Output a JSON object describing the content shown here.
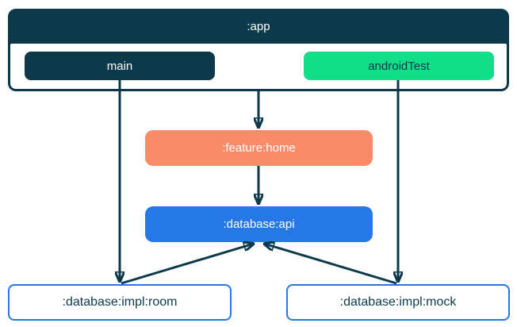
{
  "diagram": {
    "app_module": {
      "label": ":app",
      "source_sets": [
        {
          "id": "main",
          "label": "main"
        },
        {
          "id": "androidTest",
          "label": "androidTest"
        }
      ]
    },
    "modules": [
      {
        "id": "feature-home",
        "label": ":feature:home"
      },
      {
        "id": "database-api",
        "label": ":database:api"
      },
      {
        "id": "database-impl-room",
        "label": ":database:impl:room"
      },
      {
        "id": "database-impl-mock",
        "label": ":database:impl:mock"
      }
    ],
    "edges": [
      {
        "from": ":app",
        "to": ":feature:home"
      },
      {
        "from": ":app (main)",
        "to": ":database:impl:room"
      },
      {
        "from": ":app (androidTest)",
        "to": ":database:impl:mock"
      },
      {
        "from": ":feature:home",
        "to": ":database:api"
      },
      {
        "from": ":database:impl:room",
        "to": ":database:api"
      },
      {
        "from": ":database:impl:mock",
        "to": ":database:api"
      }
    ]
  },
  "colors": {
    "navy": "#0d3a4b",
    "green": "#12de88",
    "orange": "#fa8b68",
    "blue": "#2678e6",
    "white": "#ffffff"
  }
}
